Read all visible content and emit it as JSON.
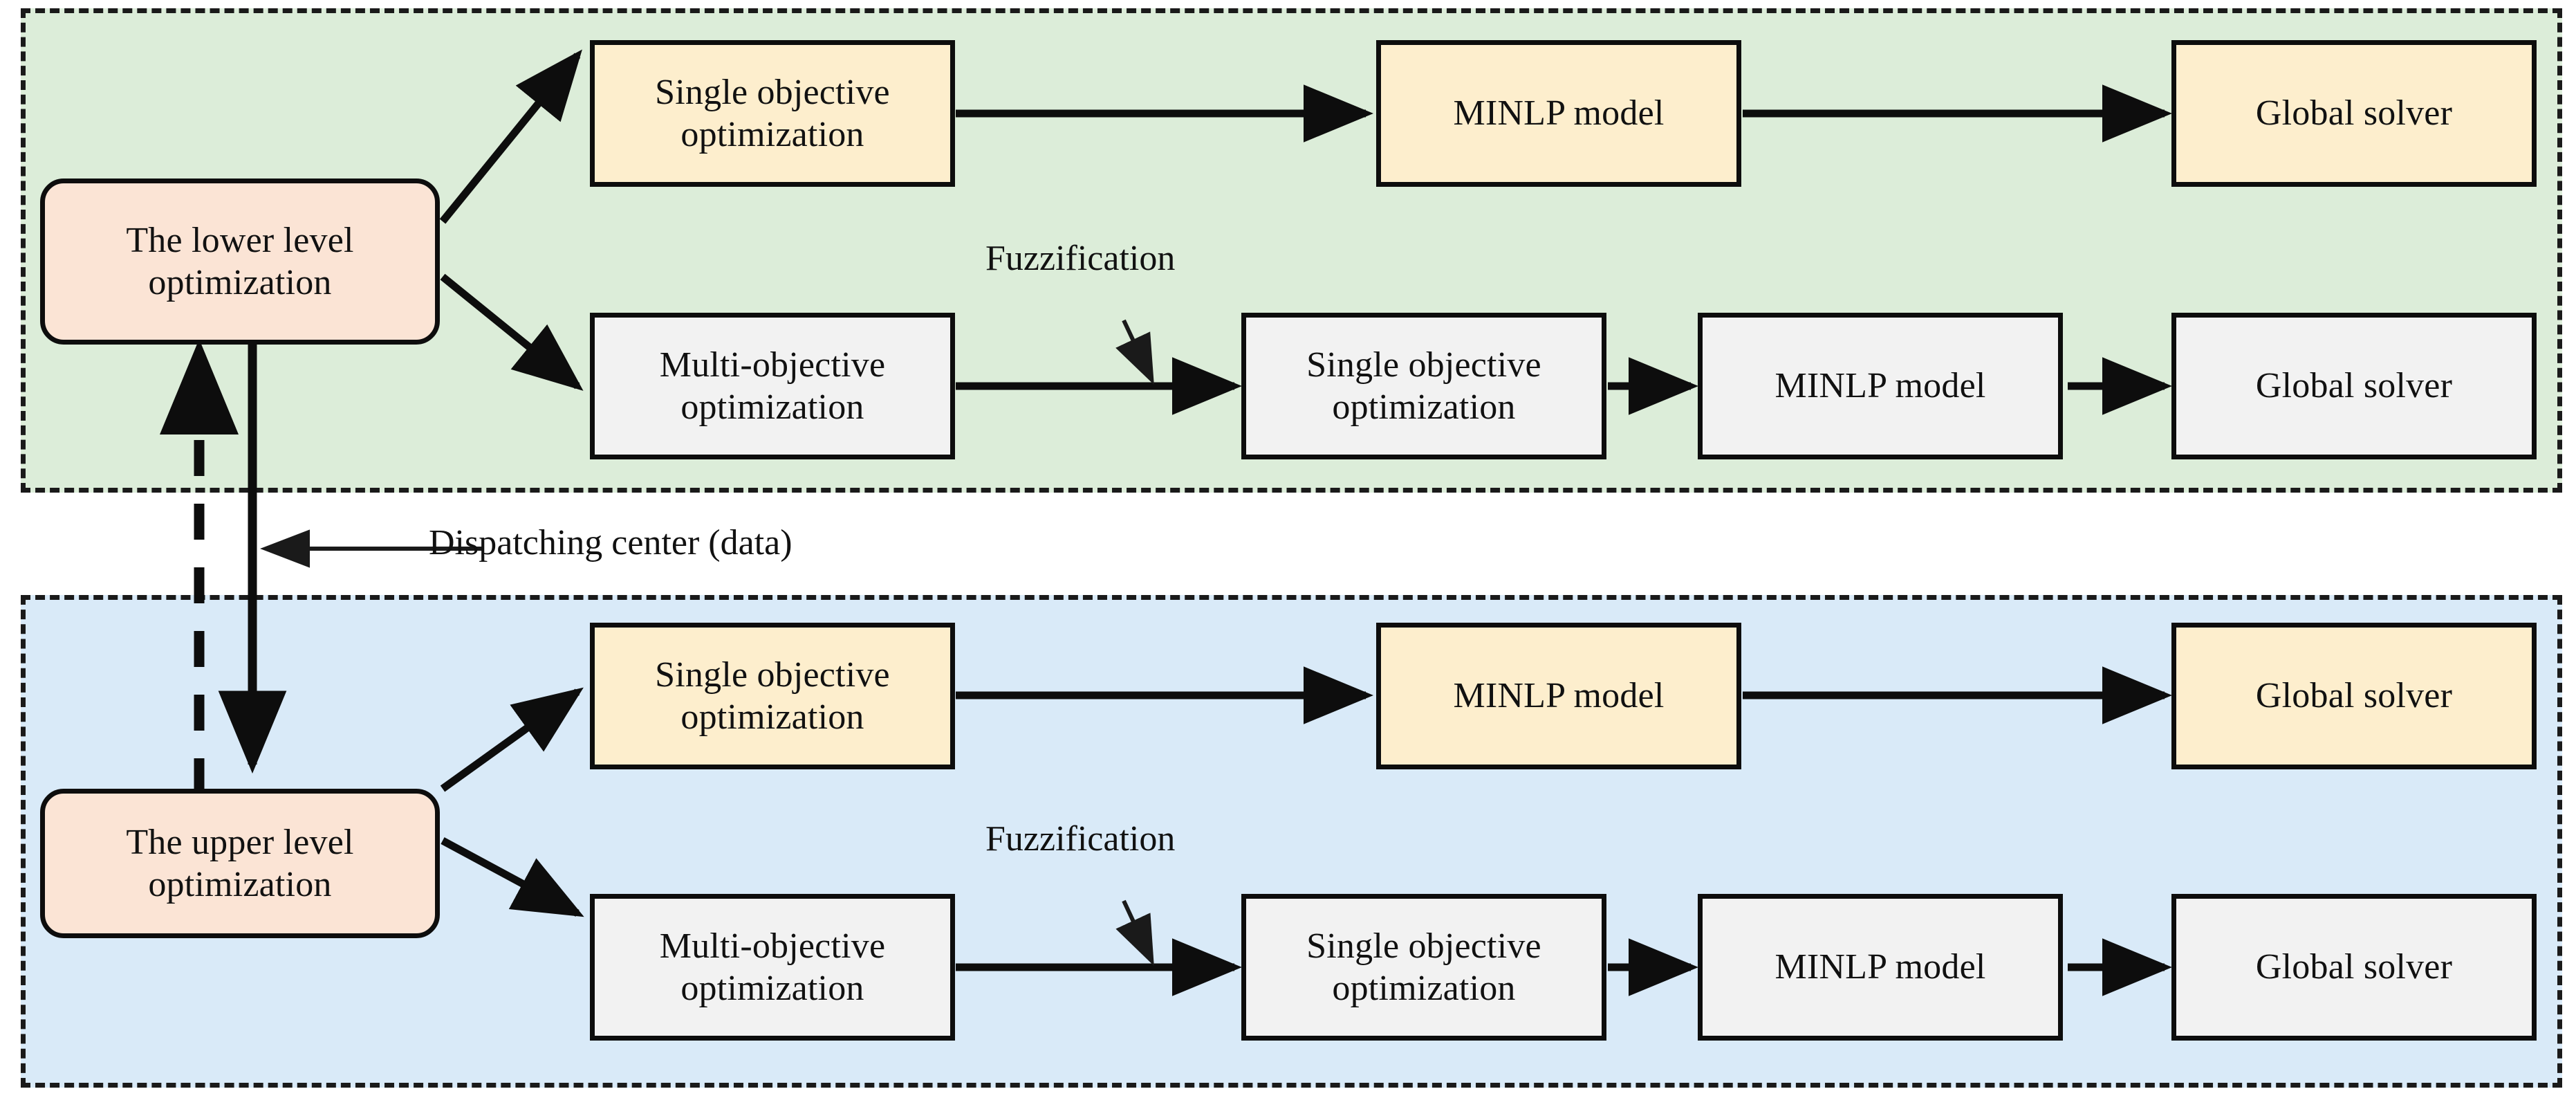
{
  "diagram": {
    "title": "Bi-level optimization framework flowchart",
    "colors": {
      "lower_panel_bg": "#dcedd9",
      "upper_panel_bg": "#d9eaf8",
      "level_node_bg": "#fbe4d5",
      "highlight_node_bg": "#fdeecd",
      "plain_node_bg": "#f2f2f2",
      "stroke": "#0d0d0d"
    },
    "panels": [
      {
        "id": "lower",
        "name": "lower-level-panel",
        "background": "#dcedd9",
        "level_node": "The lower level\noptimization",
        "level_node_line1": "The lower level",
        "level_node_line2": "optimization",
        "rows": [
          {
            "id": "lower-single",
            "style": "cream",
            "nodes": [
              {
                "line1": "Single objective",
                "line2": "optimization"
              },
              {
                "line1": "MINLP model",
                "line2": ""
              },
              {
                "line1": "Global solver",
                "line2": ""
              }
            ]
          },
          {
            "id": "lower-multi",
            "style": "gray",
            "annotation": "Fuzzification",
            "nodes": [
              {
                "line1": "Multi-objective",
                "line2": "optimization"
              },
              {
                "line1": "Single objective",
                "line2": "optimization"
              },
              {
                "line1": "MINLP model",
                "line2": ""
              },
              {
                "line1": "Global solver",
                "line2": ""
              }
            ]
          }
        ]
      },
      {
        "id": "upper",
        "name": "upper-level-panel",
        "background": "#d9eaf8",
        "level_node": "The upper level\noptimization",
        "level_node_line1": "The upper level",
        "level_node_line2": "optimization",
        "rows": [
          {
            "id": "upper-single",
            "style": "cream",
            "nodes": [
              {
                "line1": "Single objective",
                "line2": "optimization"
              },
              {
                "line1": "MINLP model",
                "line2": ""
              },
              {
                "line1": "Global solver",
                "line2": ""
              }
            ]
          },
          {
            "id": "upper-multi",
            "style": "gray",
            "annotation": "Fuzzification",
            "nodes": [
              {
                "line1": "Multi-objective",
                "line2": "optimization"
              },
              {
                "line1": "Single objective",
                "line2": "optimization"
              },
              {
                "line1": "MINLP model",
                "line2": ""
              },
              {
                "line1": "Global solver",
                "line2": ""
              }
            ]
          }
        ]
      }
    ],
    "connector_label": "Dispatching center (data)"
  }
}
